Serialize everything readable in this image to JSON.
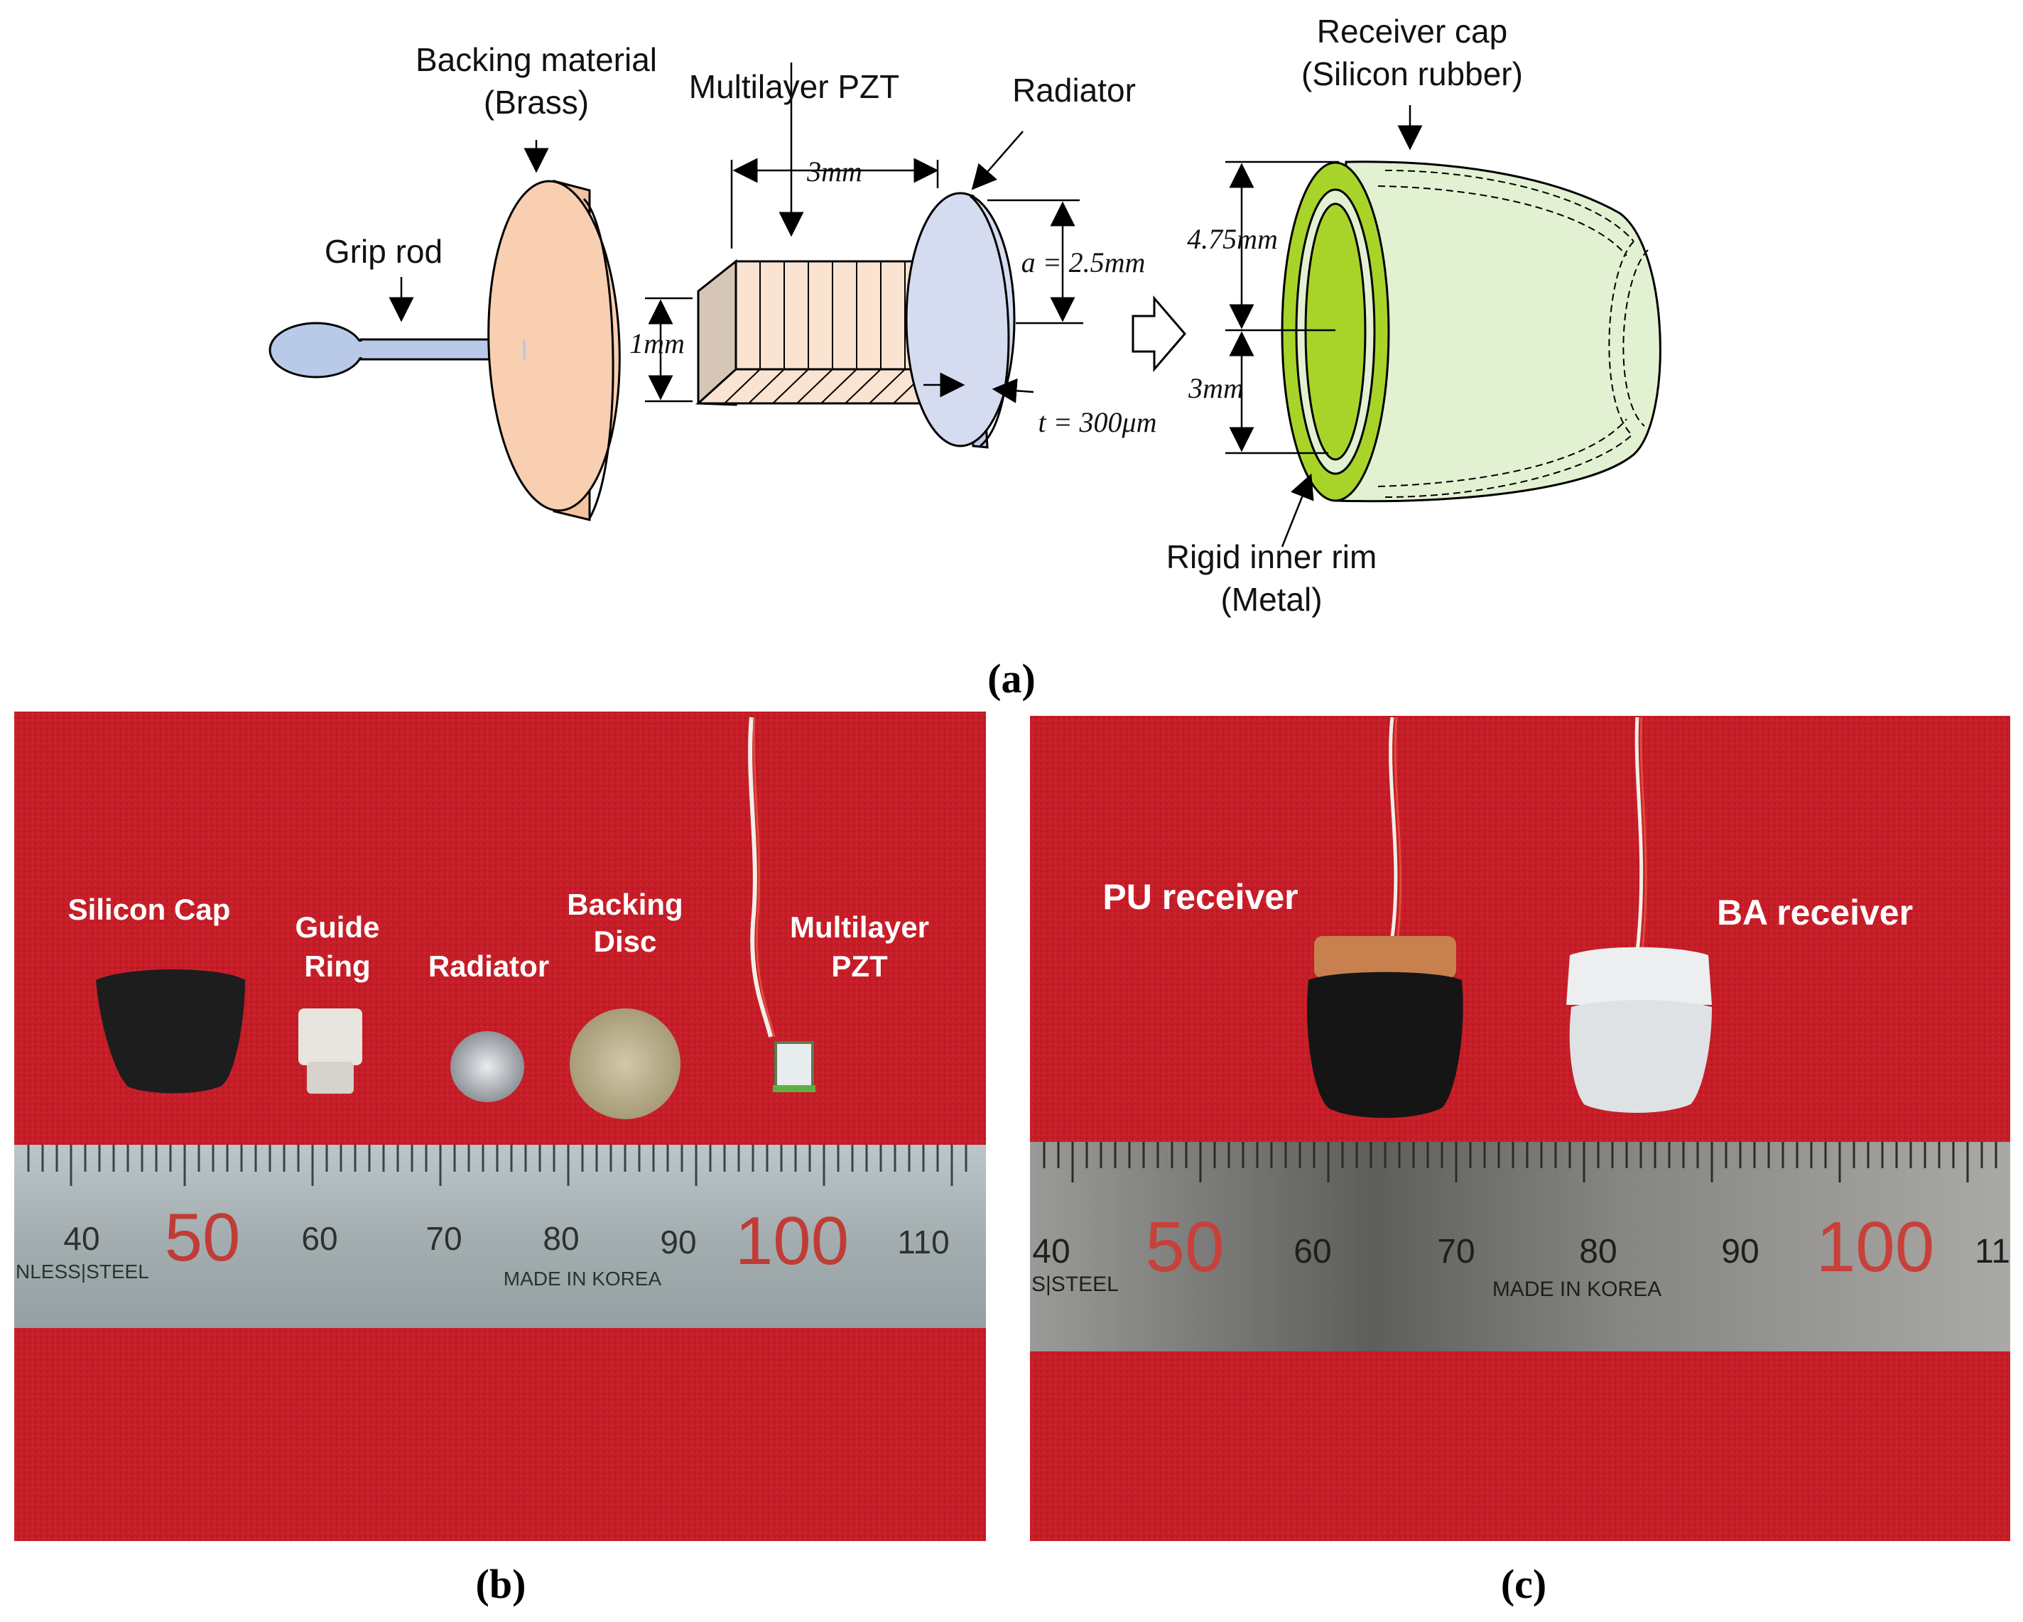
{
  "panel_a": {
    "caption": "(a)",
    "labels": {
      "backing_material": "Backing material",
      "backing_material_sub": "(Brass)",
      "grip_rod": "Grip rod",
      "multilayer_pzt": "Multilayer PZT",
      "radiator": "Radiator",
      "receiver_cap": "Receiver cap",
      "receiver_cap_sub": "(Silicon rubber)",
      "rigid_rim": "Rigid inner rim",
      "rigid_rim_sub": "(Metal)"
    },
    "dimensions": {
      "pzt_length": "3mm",
      "pzt_height": "1mm",
      "radius": "a = 2.5mm",
      "thickness": "t = 300μm",
      "cap_outer": "4.75mm",
      "cap_inner": "3mm"
    }
  },
  "panel_b": {
    "caption": "(b)",
    "labels": {
      "silicon_cap": "Silicon Cap",
      "guide_ring_1": "Guide",
      "guide_ring_2": "Ring",
      "radiator": "Radiator",
      "backing_disc_1": "Backing",
      "backing_disc_2": "Disc",
      "pzt_1": "Multilayer",
      "pzt_2": "PZT"
    },
    "ruler": {
      "numbers": [
        "40",
        "50",
        "60",
        "70",
        "80",
        "90",
        "100",
        "110"
      ],
      "left_text": "NLESS|STEEL",
      "made_in": "MADE IN KOREA"
    }
  },
  "panel_c": {
    "caption": "(c)",
    "labels": {
      "pu_receiver": "PU receiver",
      "ba_receiver": "BA receiver"
    },
    "ruler": {
      "numbers": [
        "40",
        "50",
        "60",
        "70",
        "80",
        "90",
        "100",
        "11"
      ],
      "left_text": "S|STEEL",
      "made_in": "MADE IN KOREA"
    }
  },
  "colors": {
    "brass": "#f8cfb0",
    "radiator": "#d6dcef",
    "cap_fill": "#e3f1d3",
    "rim_green": "#a8d42a",
    "felt_red": "#c8202a",
    "ruler_steel": "#a8b2b4"
  }
}
